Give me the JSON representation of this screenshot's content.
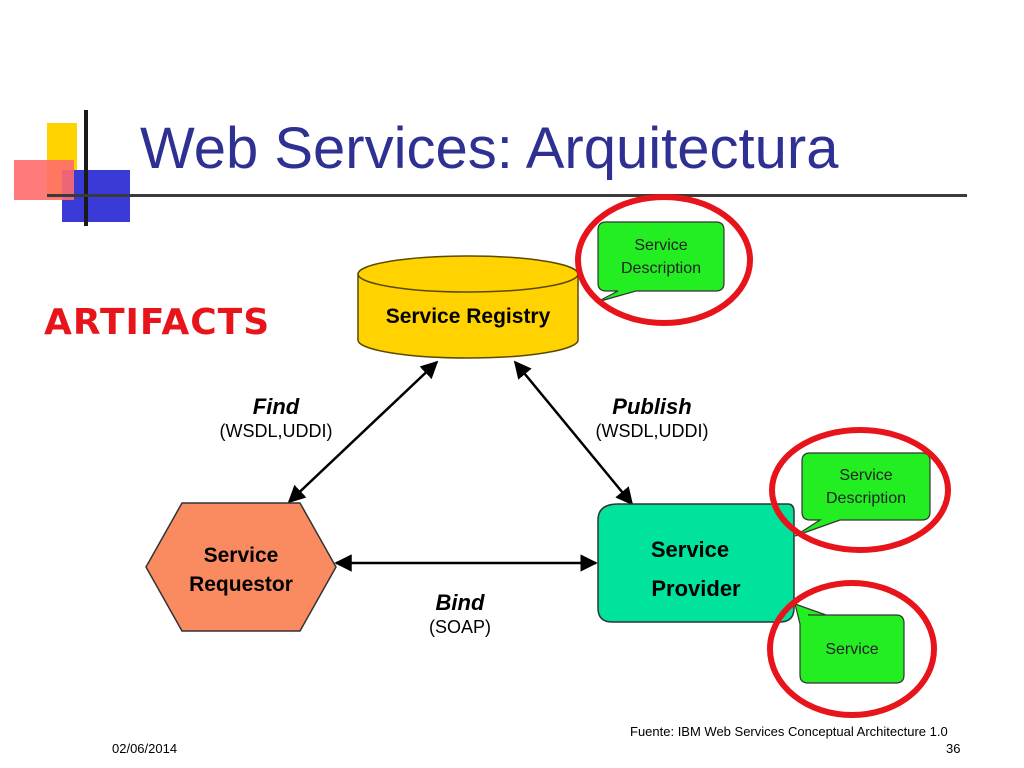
{
  "slide": {
    "title": "Web Services: Arquitectura",
    "artifacts_label": "ARTIFACTS",
    "footer": {
      "date": "02/06/2014",
      "source": "Fuente: IBM Web Services Conceptual Architecture 1.0",
      "page": "36"
    }
  },
  "nodes": {
    "registry": "Service Registry",
    "requestor_line1": "Service",
    "requestor_line2": "Requestor",
    "provider_line1": "Service",
    "provider_line2": "Provider"
  },
  "edges": {
    "find": {
      "verb": "Find",
      "protocol": "(WSDL,UDDI)"
    },
    "publish": {
      "verb": "Publish",
      "protocol": "(WSDL,UDDI)"
    },
    "bind": {
      "verb": "Bind",
      "protocol": "(SOAP)"
    }
  },
  "callouts": {
    "registry_desc_line1": "Service",
    "registry_desc_line2": "Description",
    "provider_desc_line1": "Service",
    "provider_desc_line2": "Description",
    "service": "Service"
  },
  "colors": {
    "title": "#2e3192",
    "artifacts": "#e8141b",
    "registry_fill": "#ffd200",
    "requestor_fill": "#fa8b60",
    "provider_fill": "#00e39c",
    "callout_fill": "#22ee22",
    "circle": "#e8141b"
  }
}
